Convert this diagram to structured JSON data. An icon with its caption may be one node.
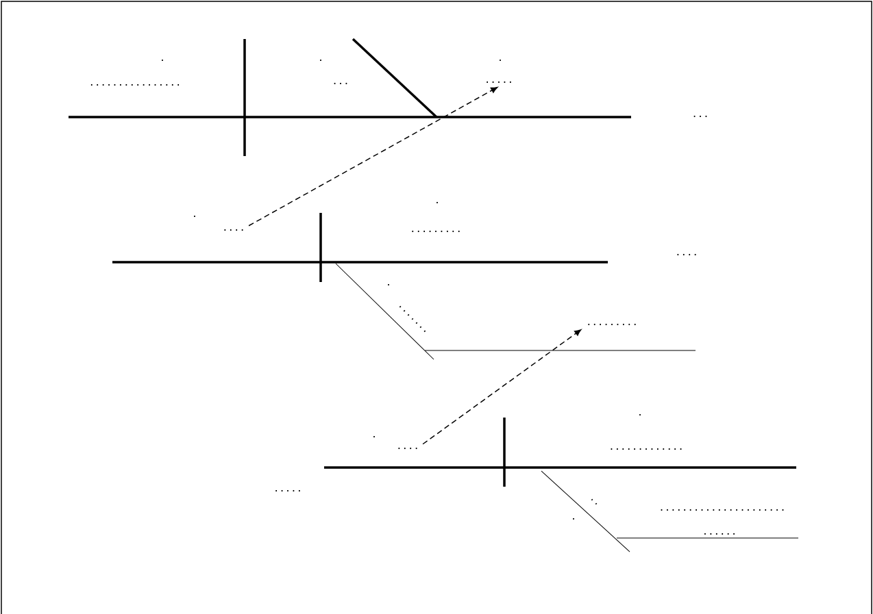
{
  "diagram": {
    "nodes": [
      {
        "text": [
          "...."
        ]
      },
      {
        "text": [
          "....."
        ]
      },
      {
        "text": [
          "...."
        ]
      },
      {
        "text": [
          "........."
        ]
      }
    ],
    "edges": [
      {
        "from": 0,
        "to": 1,
        "arrow": "to",
        "style": "dashed"
      },
      {
        "from": 2,
        "to": 3,
        "arrow": "to",
        "style": "dashed"
      }
    ],
    "labels": [
      ".",
      "................",
      ".",
      "...",
      ".",
      "...",
      ".",
      ".",
      ".........",
      "....",
      ".",
      ".......",
      ".",
      ".",
      ".............",
      ".....",
      "..",
      ".",
      "......................",
      "......"
    ]
  }
}
